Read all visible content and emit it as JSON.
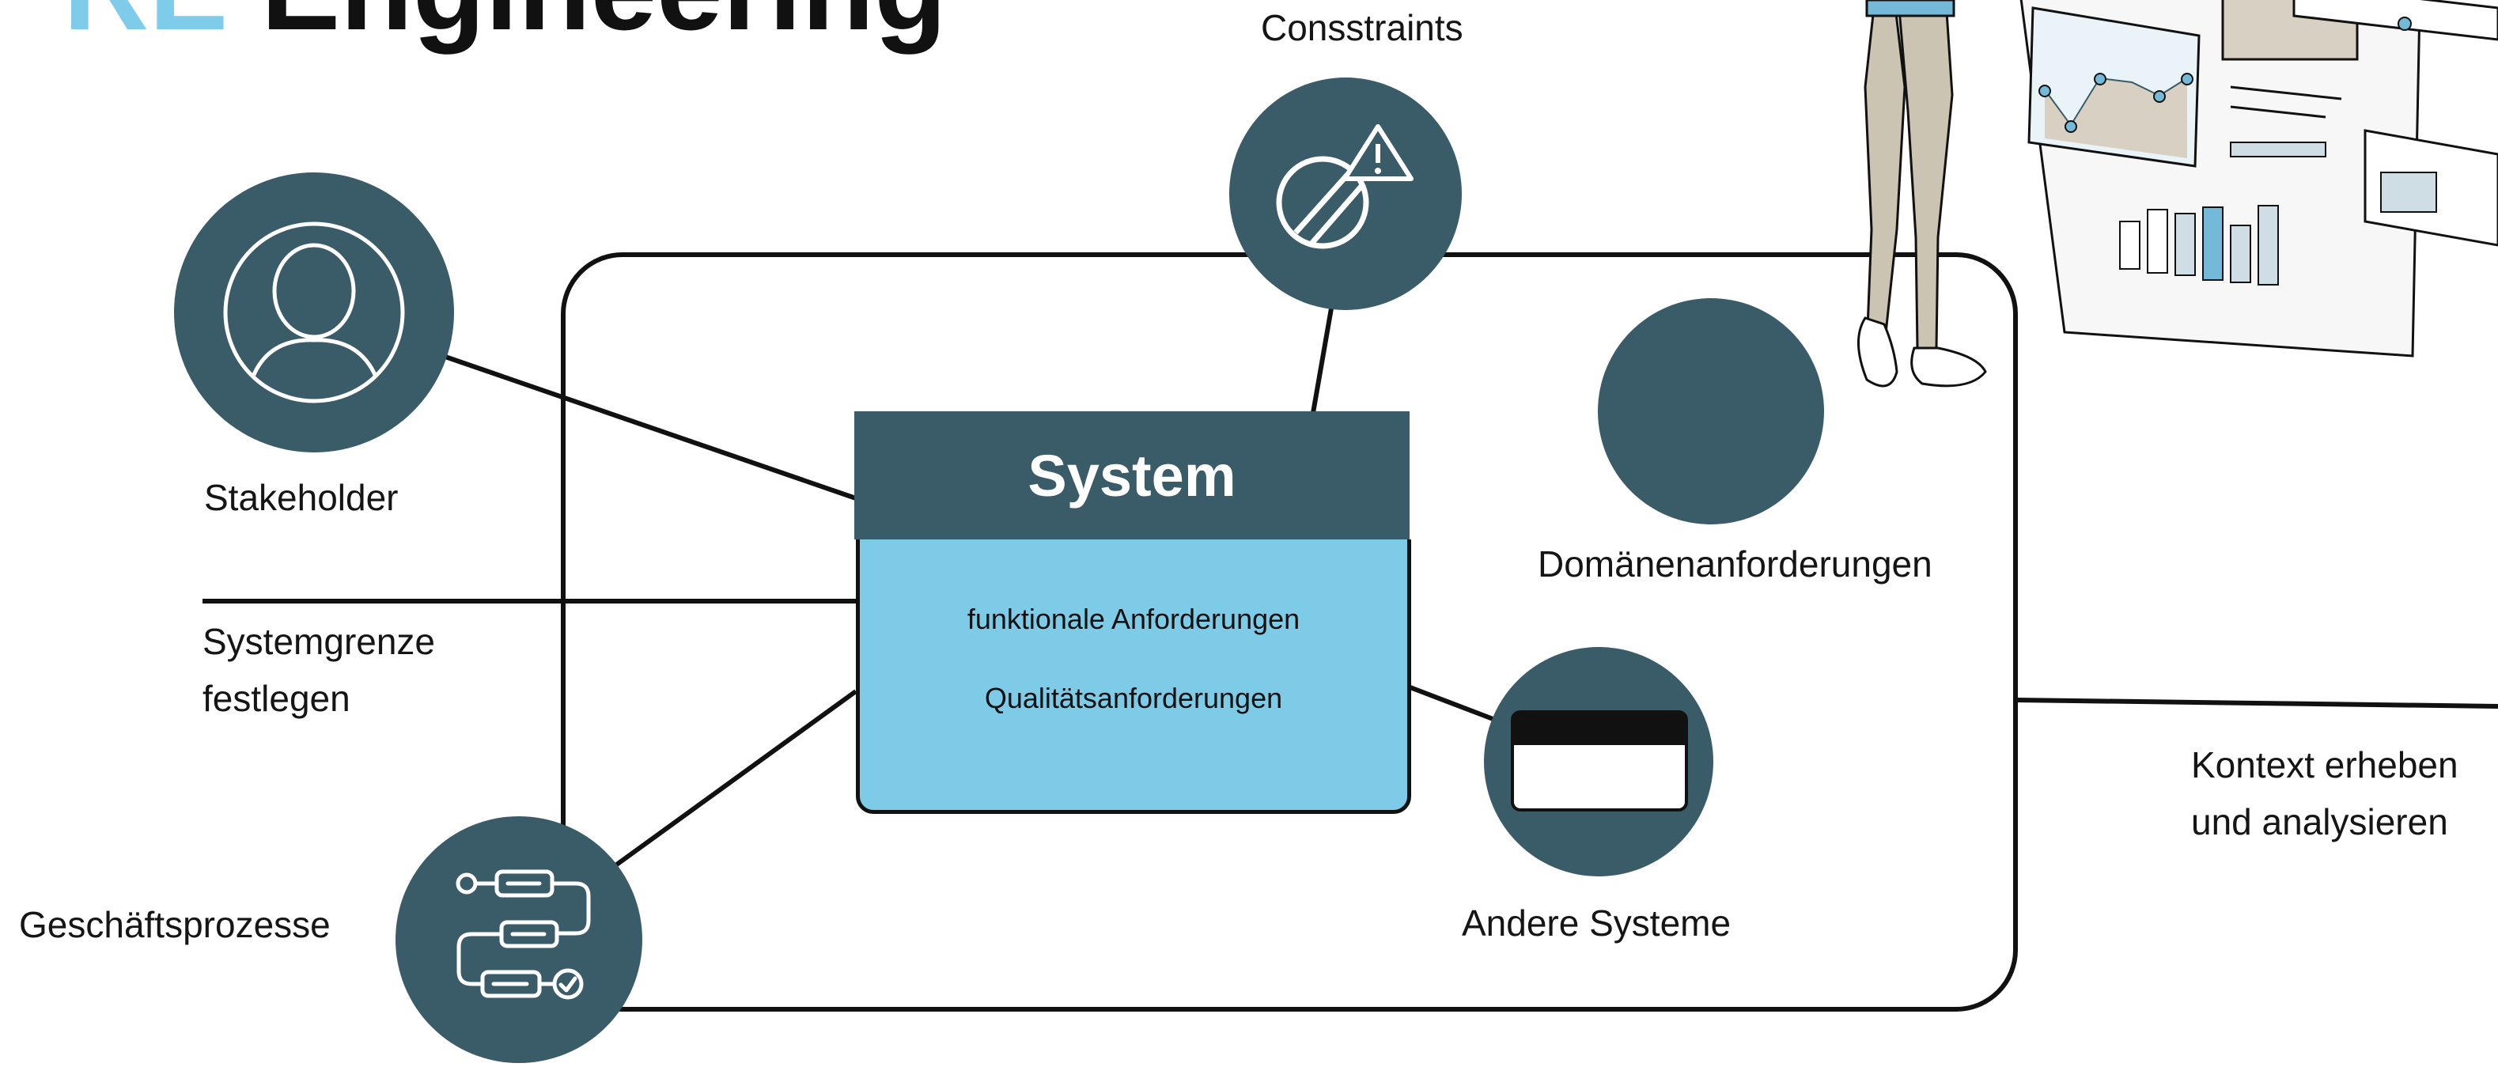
{
  "title": {
    "prefix": "RE",
    "main": "Engineering"
  },
  "diagram": {
    "system": {
      "title": "System",
      "items": [
        "funktionale Anforderungen",
        "Qualitätsanforderungen"
      ]
    },
    "nodes": {
      "constraints": "Consstraints",
      "stakeholder": "Stakeholder",
      "domain": "Domänenanforderungen",
      "other_systems": "Andere Systeme",
      "processes": "Geschäftsprozesse"
    },
    "labels": {
      "boundary_line1": "Systemgrenze",
      "boundary_line2": "festlegen",
      "context_line1": "Kontext erheben",
      "context_line2": "und analysieren"
    }
  },
  "colors": {
    "node": "#3a5b68",
    "system_body": "#7ecbe8",
    "accent": "#7ecbea",
    "line": "#111111"
  },
  "icons": [
    "user-icon",
    "warning-icon",
    "prohibited-icon",
    "card-icon",
    "process-flow-icon",
    "check-icon"
  ]
}
